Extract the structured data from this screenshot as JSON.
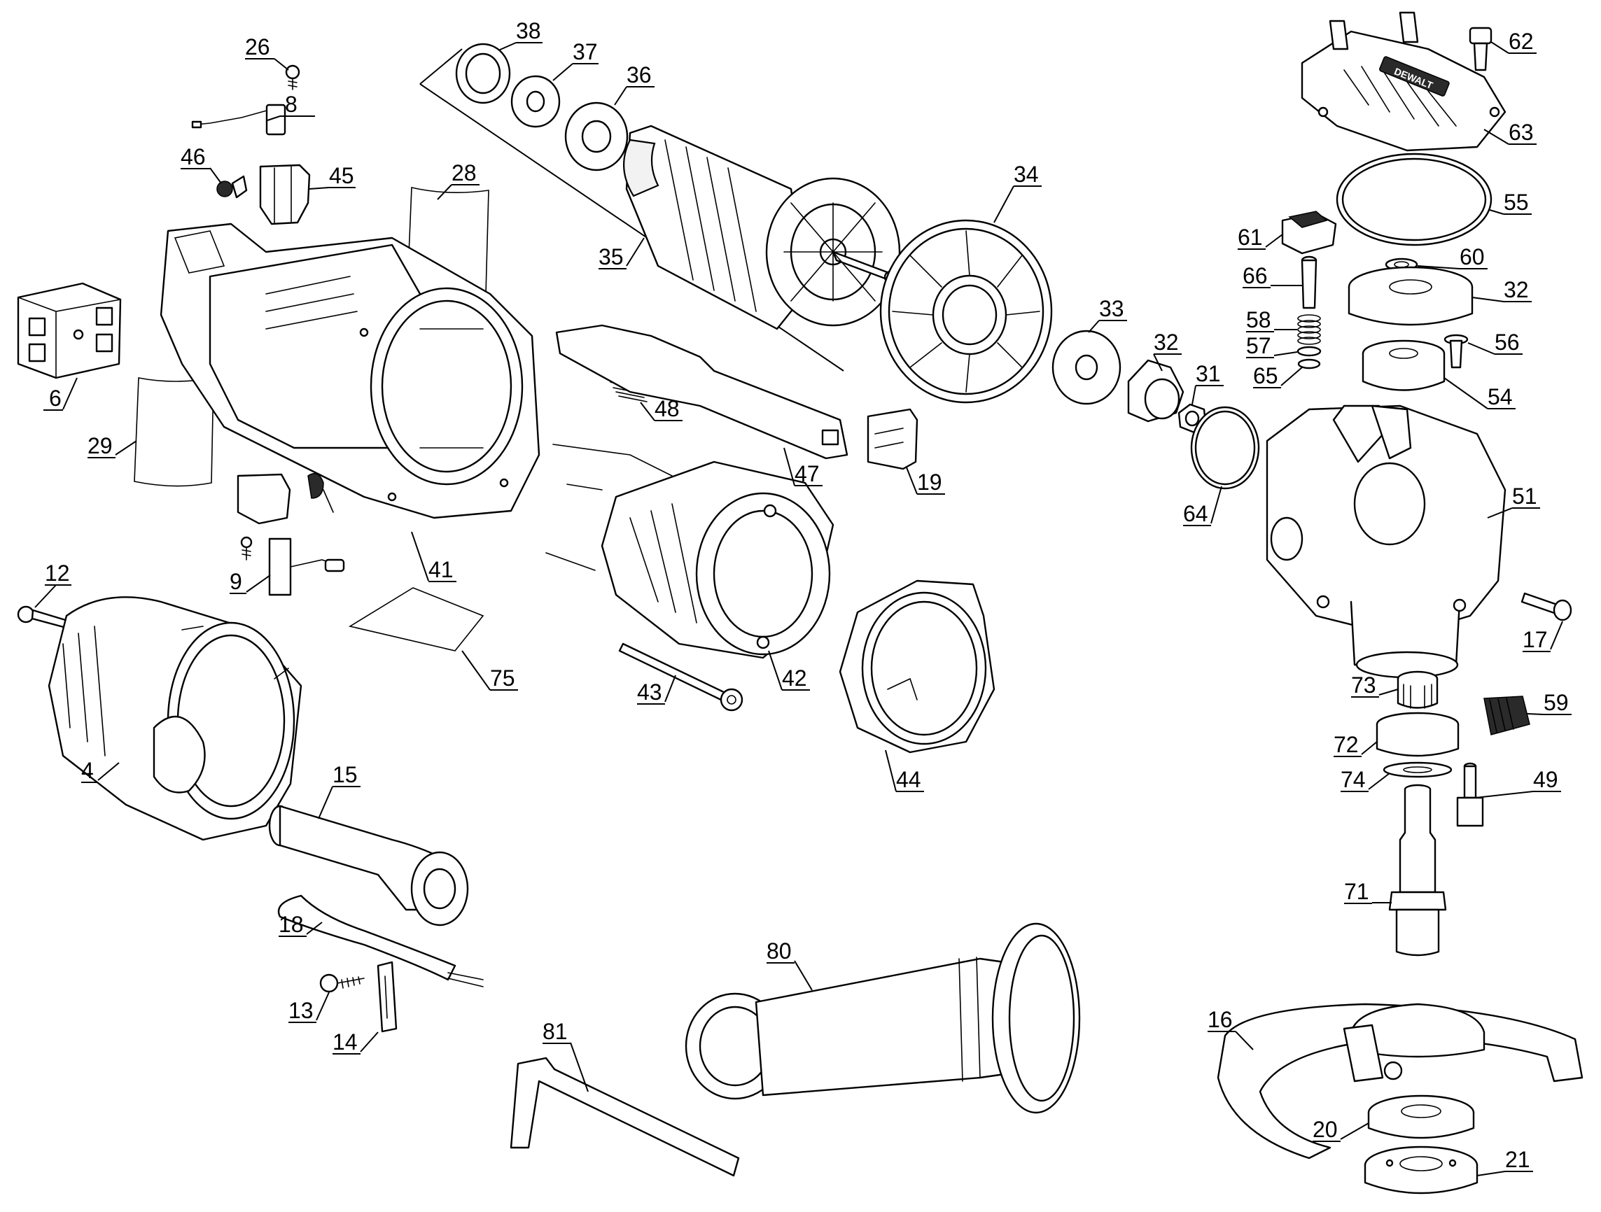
{
  "diagram": {
    "colors": {
      "line": "#000000",
      "background": "#ffffff"
    },
    "callouts": [
      {
        "id": "c26",
        "label": "26"
      },
      {
        "id": "c8",
        "label": "8"
      },
      {
        "id": "c46",
        "label": "46"
      },
      {
        "id": "c45",
        "label": "45"
      },
      {
        "id": "c28",
        "label": "28"
      },
      {
        "id": "c6",
        "label": "6"
      },
      {
        "id": "c29",
        "label": "29"
      },
      {
        "id": "c9",
        "label": "9"
      },
      {
        "id": "c41",
        "label": "41"
      },
      {
        "id": "c12",
        "label": "12"
      },
      {
        "id": "c75",
        "label": "75"
      },
      {
        "id": "c4",
        "label": "4"
      },
      {
        "id": "c15",
        "label": "15"
      },
      {
        "id": "c18",
        "label": "18"
      },
      {
        "id": "c13",
        "label": "13"
      },
      {
        "id": "c14",
        "label": "14"
      },
      {
        "id": "c38",
        "label": "38"
      },
      {
        "id": "c37",
        "label": "37"
      },
      {
        "id": "c36",
        "label": "36"
      },
      {
        "id": "c35",
        "label": "35"
      },
      {
        "id": "c34",
        "label": "34"
      },
      {
        "id": "c33",
        "label": "33"
      },
      {
        "id": "c32a",
        "label": "32"
      },
      {
        "id": "c31",
        "label": "31"
      },
      {
        "id": "c48",
        "label": "48"
      },
      {
        "id": "c47",
        "label": "47"
      },
      {
        "id": "c19",
        "label": "19"
      },
      {
        "id": "c42",
        "label": "42"
      },
      {
        "id": "c43",
        "label": "43"
      },
      {
        "id": "c44",
        "label": "44"
      },
      {
        "id": "c80",
        "label": "80"
      },
      {
        "id": "c81",
        "label": "81"
      },
      {
        "id": "c62",
        "label": "62"
      },
      {
        "id": "c63",
        "label": "63"
      },
      {
        "id": "c55",
        "label": "55"
      },
      {
        "id": "c61",
        "label": "61"
      },
      {
        "id": "c60",
        "label": "60"
      },
      {
        "id": "c66",
        "label": "66"
      },
      {
        "id": "c32b",
        "label": "32"
      },
      {
        "id": "c58",
        "label": "58"
      },
      {
        "id": "c57",
        "label": "57"
      },
      {
        "id": "c56",
        "label": "56"
      },
      {
        "id": "c65",
        "label": "65"
      },
      {
        "id": "c54",
        "label": "54"
      },
      {
        "id": "c64",
        "label": "64"
      },
      {
        "id": "c51",
        "label": "51"
      },
      {
        "id": "c17",
        "label": "17"
      },
      {
        "id": "c73",
        "label": "73"
      },
      {
        "id": "c59",
        "label": "59"
      },
      {
        "id": "c72",
        "label": "72"
      },
      {
        "id": "c74",
        "label": "74"
      },
      {
        "id": "c49",
        "label": "49"
      },
      {
        "id": "c71",
        "label": "71"
      },
      {
        "id": "c16",
        "label": "16"
      },
      {
        "id": "c20",
        "label": "20"
      },
      {
        "id": "c21",
        "label": "21"
      }
    ],
    "logo_text": "DEWALT"
  }
}
